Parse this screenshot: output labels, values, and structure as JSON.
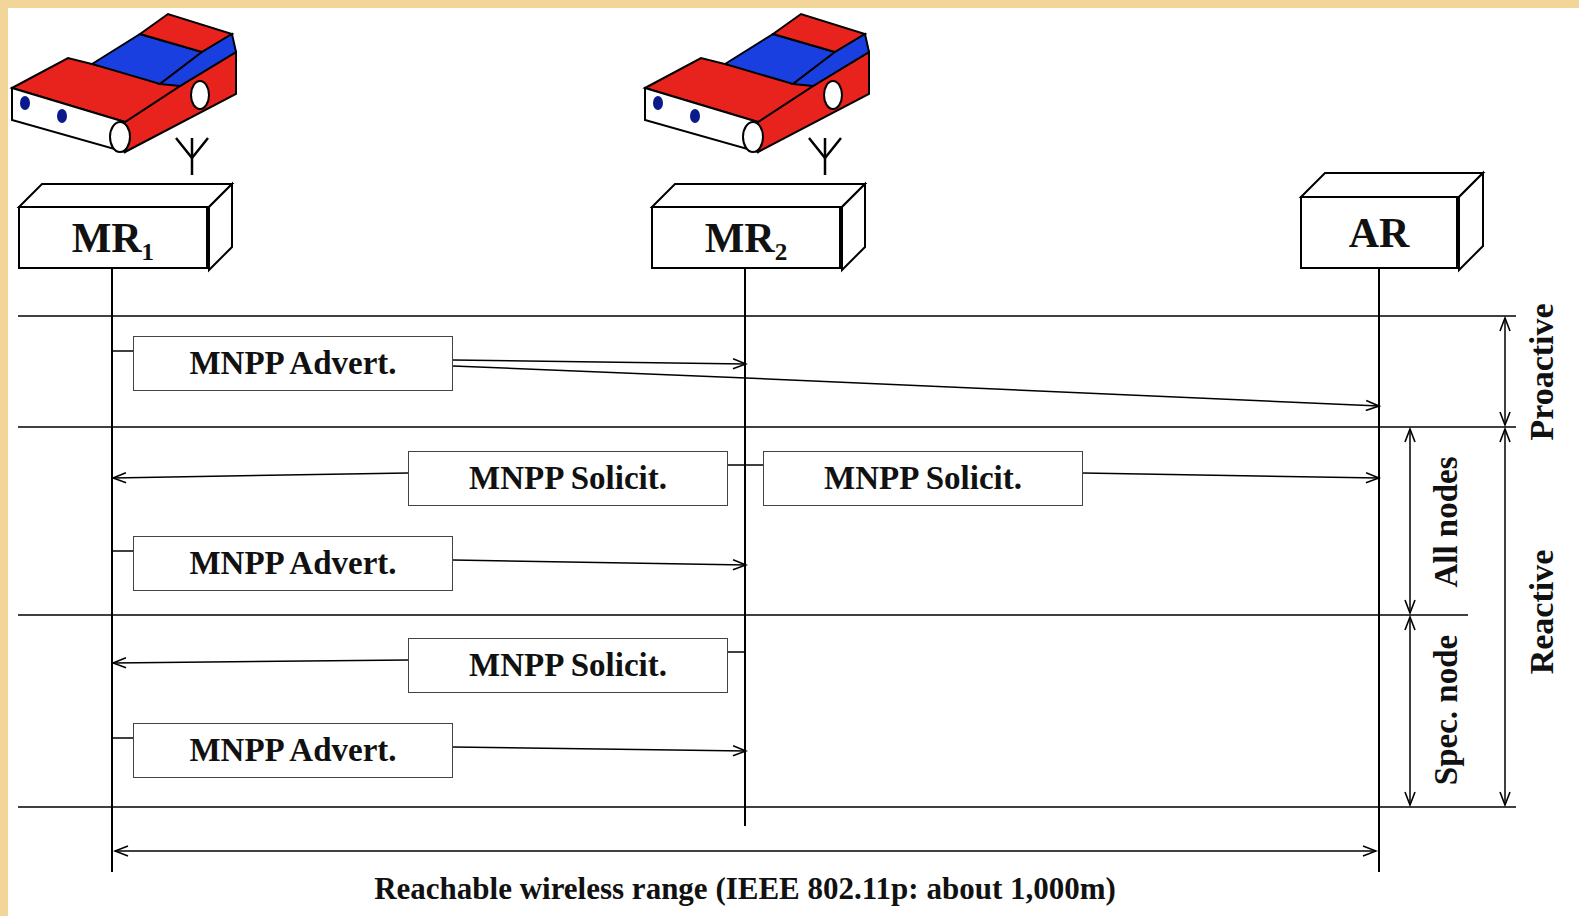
{
  "diagram": {
    "nodes": [
      {
        "text": [
          "MR₁"
        ]
      },
      {
        "text": [
          "MR₂"
        ]
      },
      {
        "text": [
          "AR"
        ]
      },
      {
        "text": [
          "MNPP Advert."
        ]
      },
      {
        "text": [
          "MNPP Solicit."
        ]
      },
      {
        "text": [
          "MNPP Solicit."
        ]
      },
      {
        "text": [
          "MNPP Advert."
        ]
      },
      {
        "text": [
          "MNPP Solicit."
        ]
      },
      {
        "text": [
          "MNPP Advert."
        ]
      }
    ],
    "edges": [
      {
        "from": 0,
        "to": 3,
        "arrow": "none"
      },
      {
        "from": 3,
        "to": 1,
        "arrow": "to"
      },
      {
        "from": 3,
        "to": 2,
        "arrow": "to"
      },
      {
        "from": 1,
        "to": 4,
        "arrow": "none"
      },
      {
        "from": 1,
        "to": 5,
        "arrow": "none"
      },
      {
        "from": 4,
        "to": 0,
        "arrow": "to"
      },
      {
        "from": 5,
        "to": 2,
        "arrow": "to"
      },
      {
        "from": 0,
        "to": 6,
        "arrow": "none"
      },
      {
        "from": 6,
        "to": 1,
        "arrow": "to"
      },
      {
        "from": 1,
        "to": 7,
        "arrow": "none"
      },
      {
        "from": 7,
        "to": 0,
        "arrow": "to"
      },
      {
        "from": 0,
        "to": 8,
        "arrow": "none"
      },
      {
        "from": 8,
        "to": 1,
        "arrow": "to"
      }
    ],
    "labels": [
      "Proactive",
      "Reactive",
      "All nodes",
      "Spec. node",
      "Reachable wireless range (IEEE 802.11p: about 1,000m)"
    ]
  }
}
